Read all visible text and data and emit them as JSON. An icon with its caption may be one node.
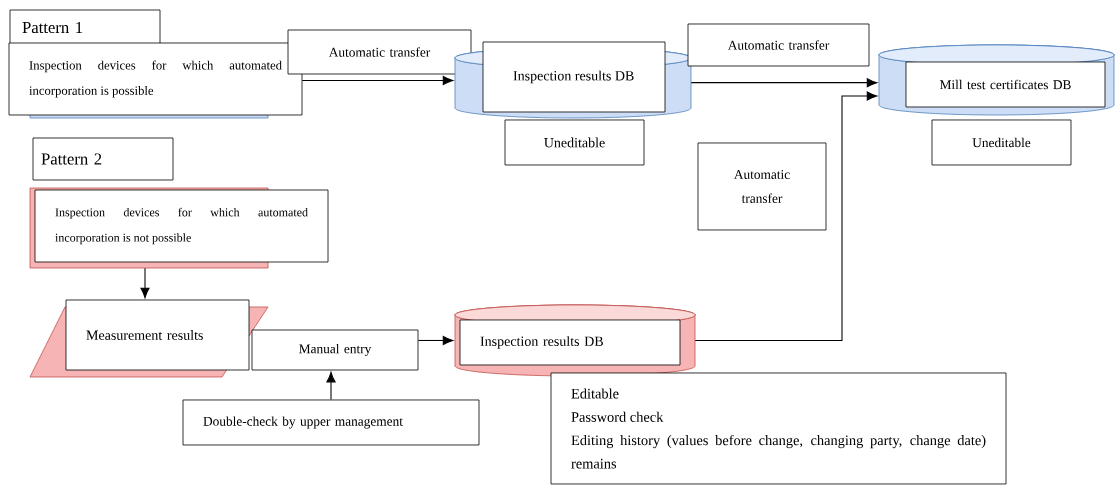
{
  "diagram": {
    "nodes": [
      {
        "text": [
          "Pattern 1"
        ]
      },
      {
        "text": [
          "Inspection devices for which automated incorporation is possible"
        ]
      },
      {
        "text": [
          "Automatic transfer"
        ]
      },
      {
        "text": [
          "Inspection results DB"
        ]
      },
      {
        "text": [
          "Uneditable"
        ]
      },
      {
        "text": [
          "Automatic transfer"
        ]
      },
      {
        "text": [
          "Mill test certificates DB"
        ]
      },
      {
        "text": [
          "Uneditable"
        ]
      },
      {
        "text": [
          "Automatic transfer"
        ]
      },
      {
        "text": [
          "Pattern 2"
        ]
      },
      {
        "text": [
          "Inspection devices for which automated incorporation is not possible"
        ]
      },
      {
        "text": [
          "Measurement results"
        ]
      },
      {
        "text": [
          "Manual entry"
        ]
      },
      {
        "text": [
          "Inspection results DB"
        ]
      },
      {
        "text": [
          "Double-check by upper management"
        ]
      },
      {
        "text": [
          "Editable",
          "Password check",
          "Editing history (values before change, changing party, change date) remains"
        ]
      }
    ],
    "edges": [
      {
        "from": 1,
        "to": 3,
        "arrow": "to"
      },
      {
        "from": 3,
        "to": 6,
        "arrow": "to"
      },
      {
        "from": 13,
        "to": 6,
        "arrow": "to"
      },
      {
        "from": 10,
        "to": 11,
        "arrow": "to"
      },
      {
        "from": 12,
        "to": 13,
        "arrow": "to"
      },
      {
        "from": 14,
        "to": 12,
        "arrow": "to"
      }
    ]
  }
}
